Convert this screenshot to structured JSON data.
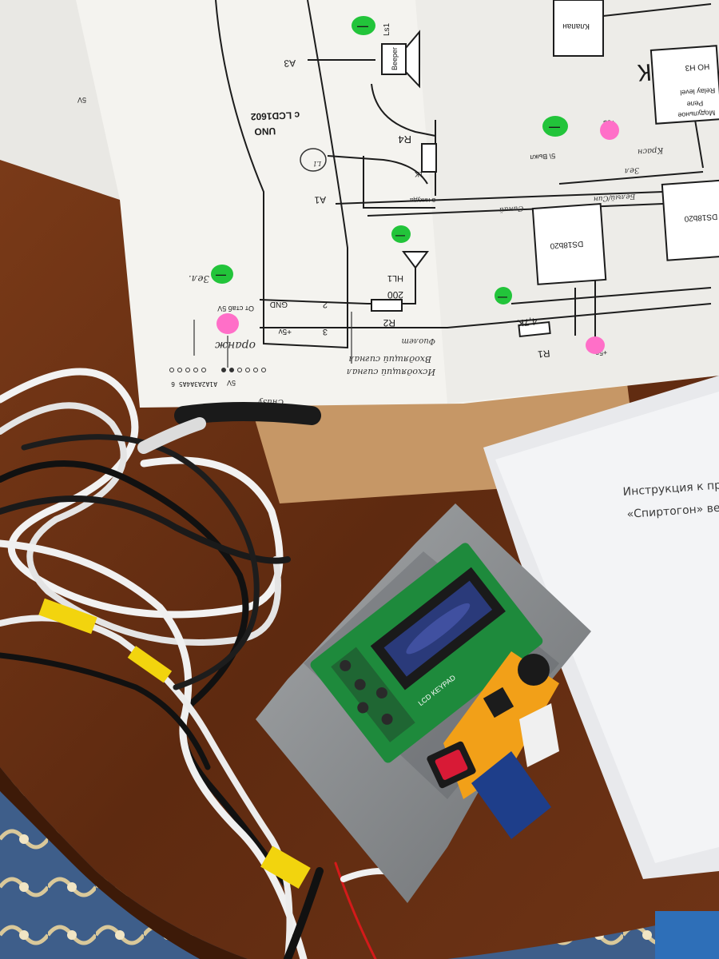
{
  "schematic": {
    "uno": "UNO",
    "lcd": "с LCD1602",
    "pin_a3": "A3",
    "pin_a1": "A1",
    "beeper": "Beeper",
    "ls1": "Ls1",
    "r4": "R4",
    "r4_note": "в никуда",
    "r4_val": "1K",
    "hl1": "HL1",
    "r2": "R2",
    "r2_val": "200",
    "r1": "R1",
    "r1_val": "4,7K",
    "ds1": "DS18b20",
    "ds2": "DS18b20",
    "klapan": "Клапан",
    "relay_title": "Модульное",
    "relay_title2": "Реле",
    "relay_level": "Relay level",
    "relay_pins": "НО  Н3",
    "relay_k": "К",
    "gnd": "GND",
    "plus5v": "+5v",
    "pin2": "2",
    "pin3": "3",
    "ot_stab": "От стаб 5V",
    "plus5v_a": "+5в",
    "plus5v_b": "+5в",
    "vykl": "5\\ Выкл",
    "pin5v": "5V",
    "pins_row": "A1A2A3A4A5 6",
    "minus": "—",
    "edge_5v": "5V"
  },
  "handwriting": {
    "zel": "Зел.",
    "orange": "оранж",
    "signal_up": "Исходящий сигнал",
    "signal_down": "Входящий сигнал",
    "fiolet": "Фиолет",
    "krasn": "Красн",
    "zel2": "Зел",
    "belyi": "Белый/Син",
    "sinii": "Синий",
    "snizu": "Снизу",
    "l1": "L1"
  },
  "manual": {
    "line1": "Инструкция к при",
    "line2": "«Спиртогон» ве"
  },
  "lcd_board": {
    "label": "LCD KEYPAD"
  },
  "colors": {
    "table": "#6b3418",
    "paper": "#f4f3ef",
    "dot_green": "#22c43a",
    "dot_pink": "#ff6fc8",
    "tape_grey": "#8a8d90",
    "pcb_green": "#1e8a3c",
    "lcd_blue": "#2a3a7a",
    "printed_orange": "#f2a018",
    "switch_red": "#d81a36",
    "tape_yellow": "#f2d40e"
  }
}
